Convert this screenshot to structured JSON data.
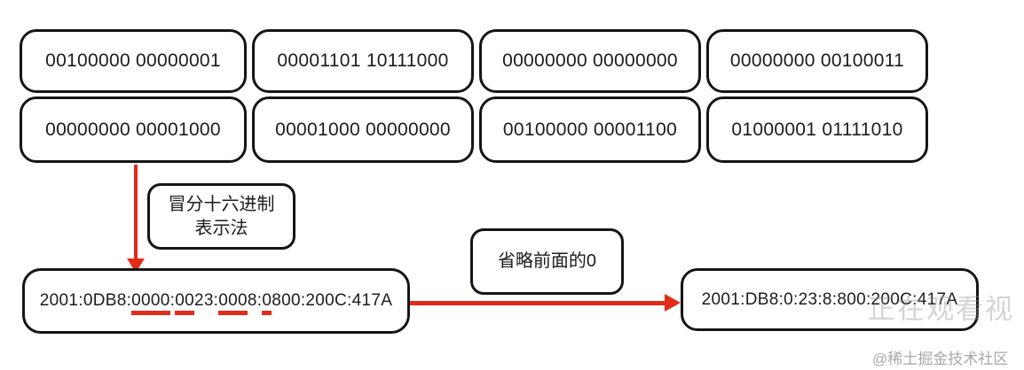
{
  "binary_groups": {
    "row1": [
      "00100000 00000001",
      "00001101 10111000",
      "00000000 00000000",
      "00000000 00100011"
    ],
    "row2": [
      "00000000 00001000",
      "00001000 00000000",
      "00100000 00001100",
      "01000001 01111010"
    ]
  },
  "labels": {
    "hex_notation_line1": "冒分十六进制",
    "hex_notation_line2": "表示法",
    "omit_zeros": "省略前面的0"
  },
  "addresses": {
    "full": {
      "value": "2001:0DB8:0000:0023:0008:0800:200C:417A",
      "segments": [
        {
          "text": "2001:0DB8:",
          "underline": false
        },
        {
          "text": "0000",
          "underline": true
        },
        {
          "text": ":",
          "underline": false
        },
        {
          "text": "00",
          "underline": true
        },
        {
          "text": "23:",
          "underline": false
        },
        {
          "text": "000",
          "underline": true
        },
        {
          "text": "8:",
          "underline": false
        },
        {
          "text": "0",
          "underline": true
        },
        {
          "text": "800:200C:417A",
          "underline": false
        }
      ]
    },
    "compressed": "2001:DB8:0:23:8:800:200C:417A"
  },
  "watermarks": {
    "viewer_overlay": "正在观看视",
    "community": "@稀土掘金技术社区"
  },
  "colors": {
    "arrow_red": "#e32b1a",
    "box_border": "#151515",
    "background": "#ffffff"
  }
}
